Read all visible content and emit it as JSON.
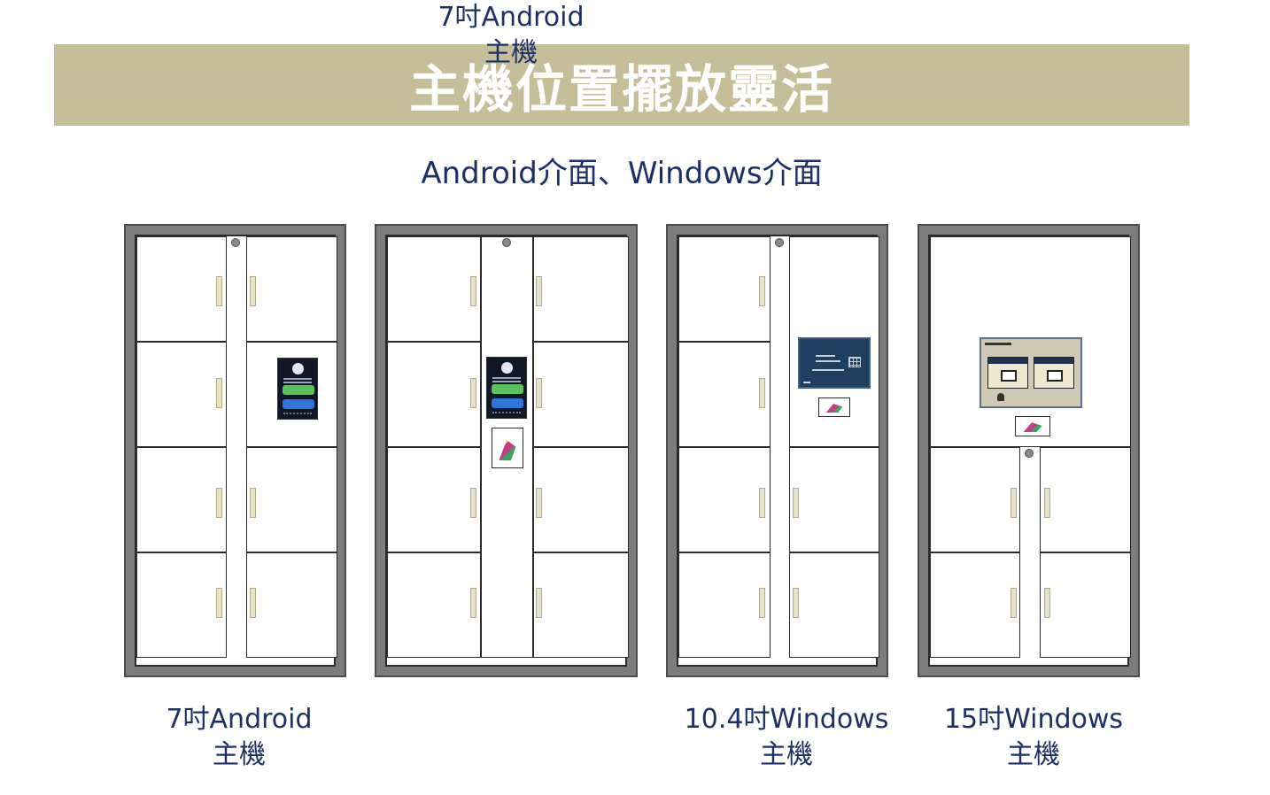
{
  "banner": {
    "title": "主機位置擺放靈活"
  },
  "subtitle": "Android介面、Windows介面",
  "colors": {
    "banner": "#c6be99",
    "text": "#1c2f66",
    "cabinet_frame": "#7c7c7c",
    "handle": "#e9e3c8"
  },
  "cabinets": [
    {
      "line1": "7吋Android",
      "line2": "主機"
    },
    {
      "line1": "7吋Android",
      "line2": "主機"
    },
    {
      "line1": "10.4吋Windows",
      "line2": "主機"
    },
    {
      "line1": "15吋Windows",
      "line2": "主機"
    }
  ]
}
